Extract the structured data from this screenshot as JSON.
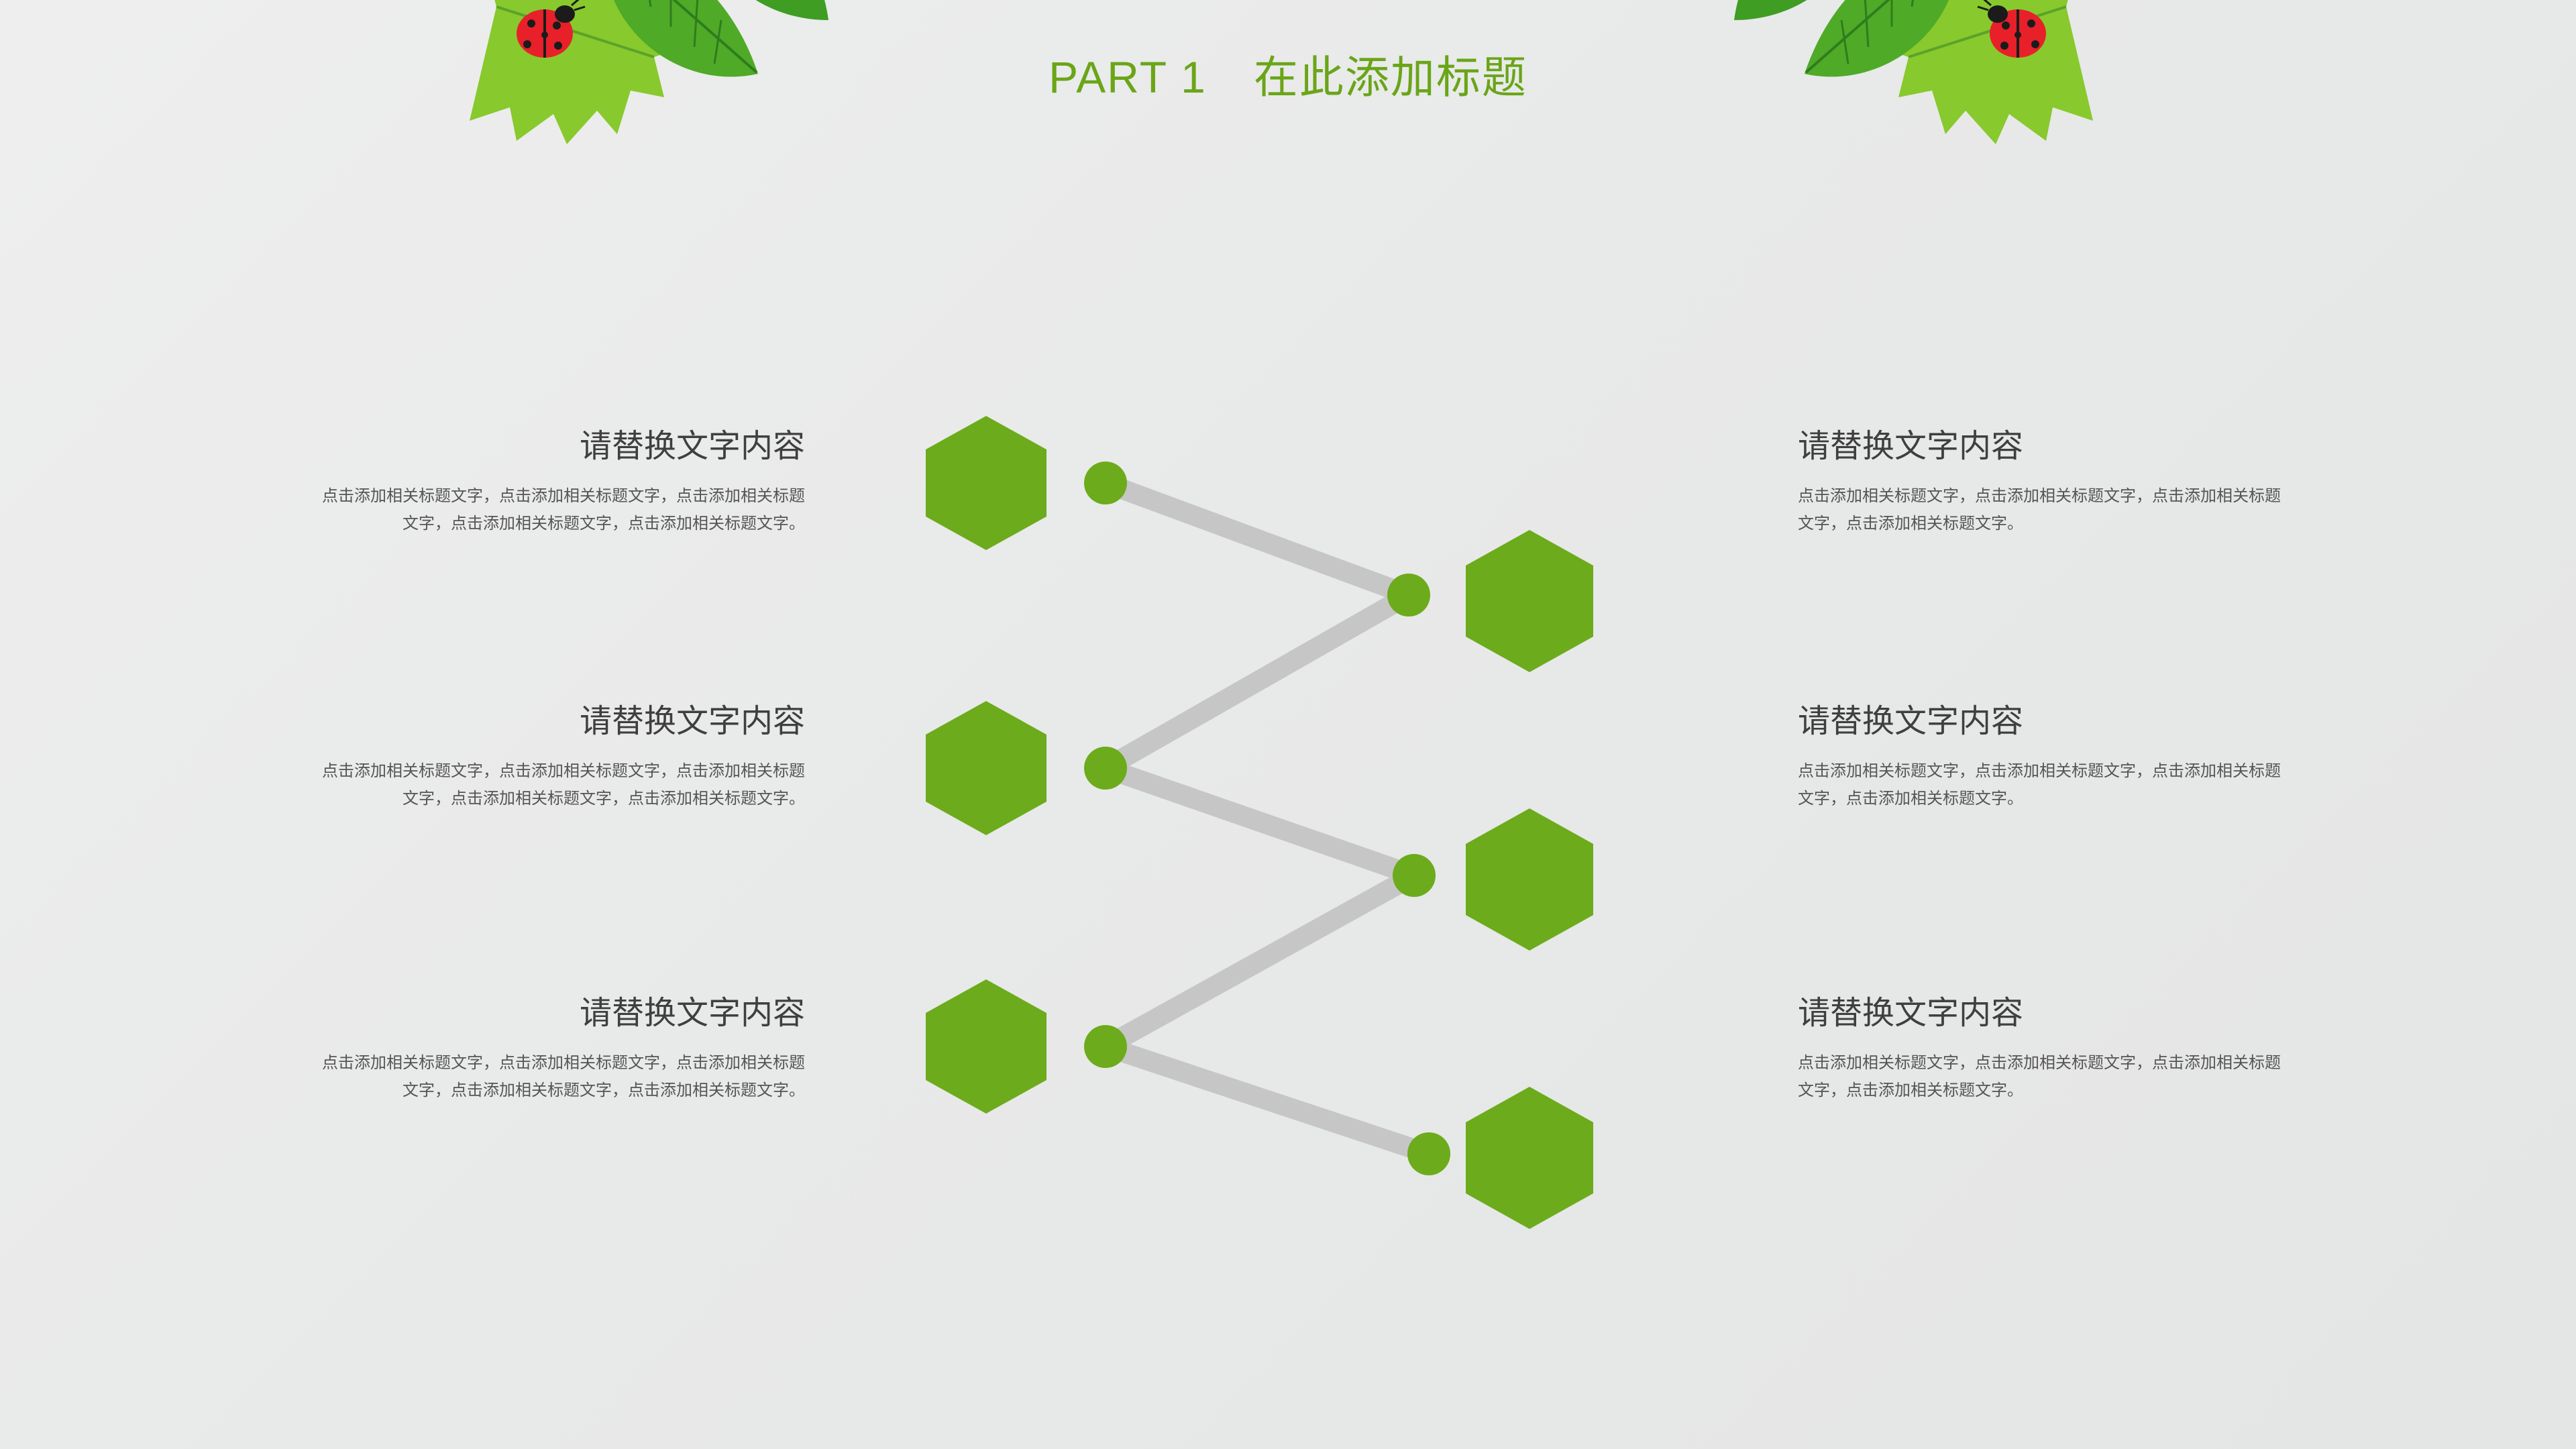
{
  "slide": {
    "header": {
      "part_label": "PART 1",
      "title": "在此添加标题",
      "accent_color": "#6aa518"
    },
    "background_color": "#e9eaea",
    "decor": {
      "left_leaves": "leaf-cluster-icon",
      "right_leaves": "leaf-cluster-icon",
      "ladybug": "ladybug-icon"
    },
    "diagram": {
      "node_color": "#6cab1b",
      "connector_color": "#c6c6c6",
      "node_shape": "hexagon",
      "node_count": 6
    },
    "items": [
      {
        "heading": "请替换文字内容",
        "body": "点击添加相关标题文字，点击添加相关标题文字，点击添加相关标题文字，点击添加相关标题文字，点击添加相关标题文字。",
        "side": "left"
      },
      {
        "heading": "请替换文字内容",
        "body": "点击添加相关标题文字，点击添加相关标题文字，点击添加相关标题文字，点击添加相关标题文字，点击添加相关标题文字。",
        "side": "left"
      },
      {
        "heading": "请替换文字内容",
        "body": "点击添加相关标题文字，点击添加相关标题文字，点击添加相关标题文字，点击添加相关标题文字，点击添加相关标题文字。",
        "side": "left"
      },
      {
        "heading": "请替换文字内容",
        "body": "点击添加相关标题文字，点击添加相关标题文字，点击添加相关标题文字，点击添加相关标题文字。",
        "side": "right"
      },
      {
        "heading": "请替换文字内容",
        "body": "点击添加相关标题文字，点击添加相关标题文字，点击添加相关标题文字，点击添加相关标题文字。",
        "side": "right"
      },
      {
        "heading": "请替换文字内容",
        "body": "点击添加相关标题文字，点击添加相关标题文字，点击添加相关标题文字，点击添加相关标题文字。",
        "side": "right"
      }
    ]
  }
}
